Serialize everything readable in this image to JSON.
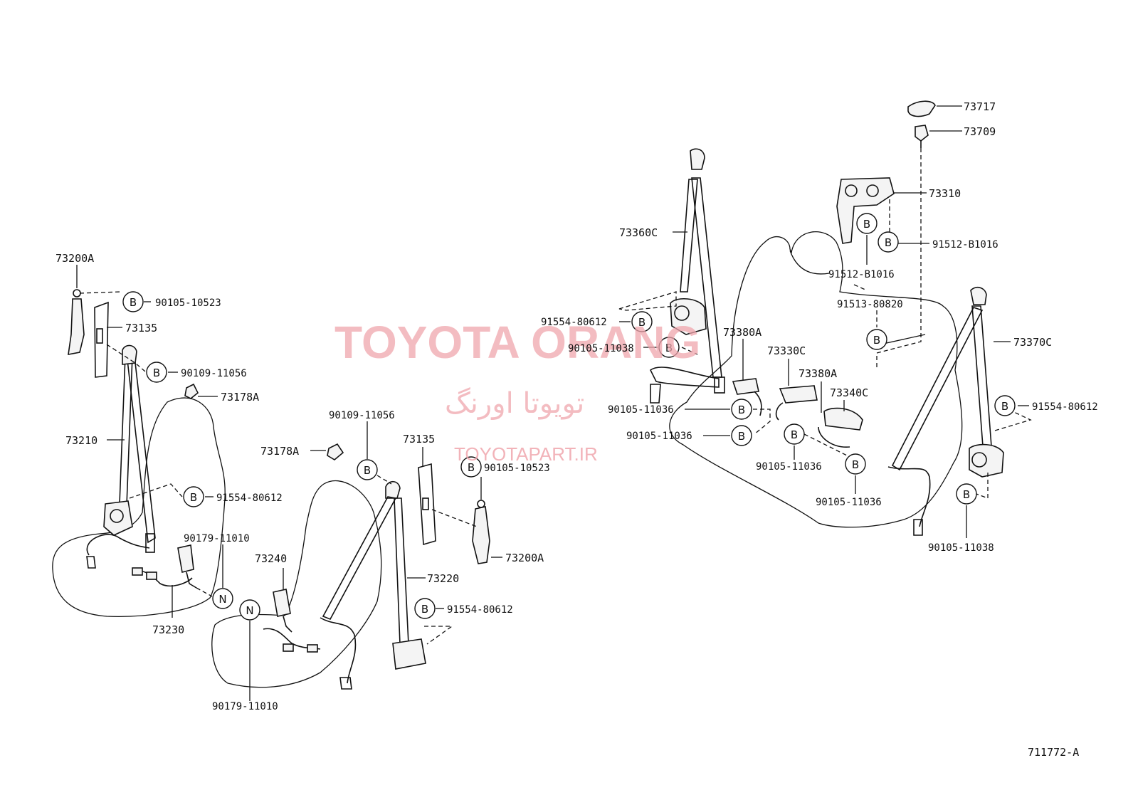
{
  "diagram_id": "711772-A",
  "watermark": {
    "brand": "TOYOTA ORANG",
    "brand_fa": "تویوتا اورنگ",
    "site": "TOYOTAPART.IR"
  },
  "labels": {
    "p73200A_left": "73200A",
    "p90105_10523_left": "90105-10523",
    "p73135_left": "73135",
    "p90109_11056_left": "90109-11056",
    "p73178A_left": "73178A",
    "p73210": "73210",
    "p91554_80612_left": "91554-80612",
    "p90179_11010_left": "90179-11010",
    "p73230": "73230",
    "p73178A_mid": "73178A",
    "p90109_11056_mid": "90109-11056",
    "p73135_mid": "73135",
    "p90105_10523_mid": "90105-10523",
    "p73240": "73240",
    "p73220": "73220",
    "p73200A_mid": "73200A",
    "p91554_80612_mid": "91554-80612",
    "p90179_11010_mid": "90179-11010",
    "p73717": "73717",
    "p73709": "73709",
    "p73310": "73310",
    "p91512_B1016_right": "91512-B1016",
    "p91512_B1016_below": "91512-B1016",
    "p73360C": "73360C",
    "p91513_80820": "91513-80820",
    "p91554_80612_rear": "91554-80612",
    "p90105_11038_rear": "90105-11038",
    "p73380A_top": "73380A",
    "p73330C": "73330C",
    "p73380A_mid": "73380A",
    "p73340C": "73340C",
    "p90105_11036_a": "90105-11036",
    "p90105_11036_b": "90105-11036",
    "p90105_11036_c": "90105-11036",
    "p90105_11036_d": "90105-11036",
    "p73370C": "73370C",
    "p91554_80612_right": "91554-80612",
    "p90105_11038_right": "90105-11038"
  },
  "callout_symbols": {
    "bolt": "B",
    "nut": "N"
  }
}
